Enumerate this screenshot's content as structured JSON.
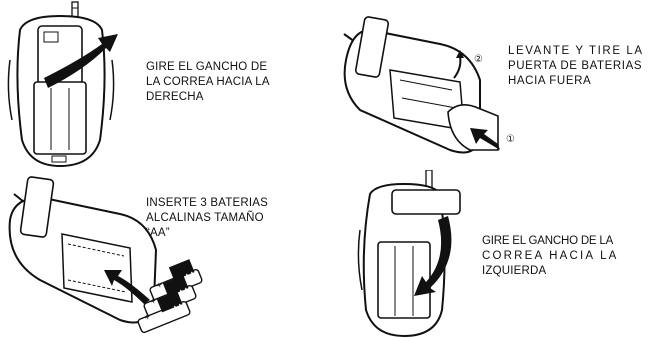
{
  "steps": [
    {
      "lines": [
        "GIRE EL GANCHO DE",
        "LA CORREA HACIA LA",
        "DERECHA"
      ]
    },
    {
      "lines": [
        "LEVANTE Y TIRE LA",
        "PUERTA DE BATERIAS",
        "HACIA FUERA"
      ],
      "marker_1": "①",
      "marker_2": "②"
    },
    {
      "lines": [
        "INSERTE 3 BATERIAS",
        "ALCALINAS TAMAÑO",
        "“AA”"
      ],
      "battery_label": "AA",
      "battery_plus": "+"
    },
    {
      "lines": [
        "GIRE EL GANCHO DE LA",
        "CORREA HACIA LA",
        "IZQUIERDA"
      ]
    }
  ]
}
